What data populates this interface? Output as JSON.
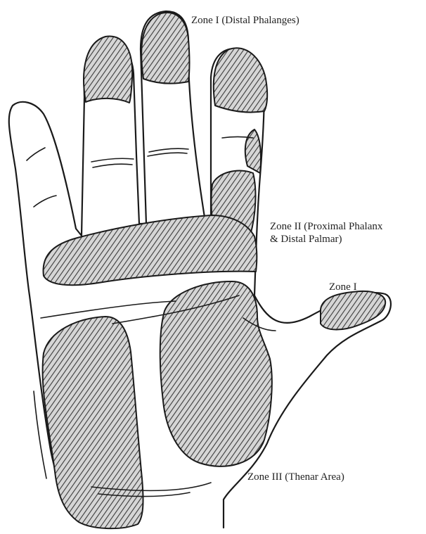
{
  "labels": {
    "zone_i_distal": "Zone I (Distal Phalanges)",
    "zone_ii_line1": "Zone II (Proximal Phalanx",
    "zone_ii_line2": "& Distal Palmar)",
    "zone_i_thumb": "Zone I",
    "zone_iii": "Zone III (Thenar Area)"
  },
  "colors": {
    "ink": "#1a1a1a",
    "hatch_fill": "#8f8f8f",
    "background": "#ffffff"
  }
}
